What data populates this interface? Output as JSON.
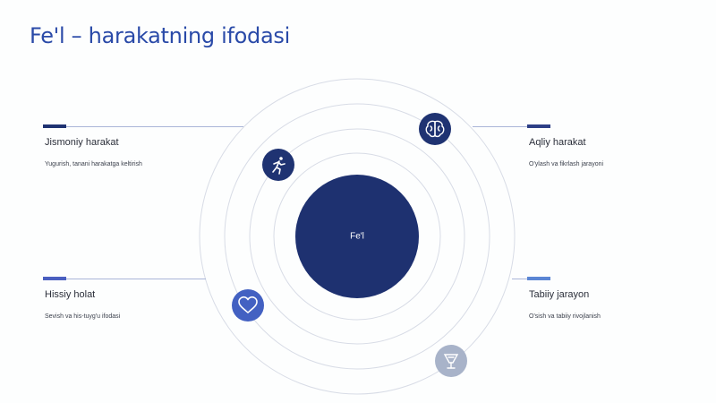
{
  "title": "Fe'l – harakatning ifodasi",
  "center": {
    "label": "Fe'l"
  },
  "colors": {
    "title": "#2a4aa8",
    "center": "#1e3170",
    "ring": "#d8dce6",
    "icon_dark": "#1f3372",
    "icon_mid": "#4361c2",
    "icon_light": "#a8b3c9",
    "marker_dark": "#1f3372",
    "marker_mid": "#4a5fc0",
    "marker_light": "#5b86d4"
  },
  "blocks": [
    {
      "id": "jismoniy",
      "heading": "Jismoniy harakat",
      "description": "Yugurish, tanani harakatga keltirish"
    },
    {
      "id": "aqliy",
      "heading": "Aqliy harakat",
      "description": "O'ylash va fikrlash jarayoni"
    },
    {
      "id": "hissiy",
      "heading": "Hissiy holat",
      "description": "Sevish va his-tuyg'u ifodasi"
    },
    {
      "id": "tabiiy",
      "heading": "Tabiiy jarayon",
      "description": "O'sish va tabiiy rivojlanish"
    }
  ],
  "icons": [
    {
      "name": "runner-icon"
    },
    {
      "name": "brain-icon"
    },
    {
      "name": "heart-icon"
    },
    {
      "name": "plant-icon"
    }
  ]
}
